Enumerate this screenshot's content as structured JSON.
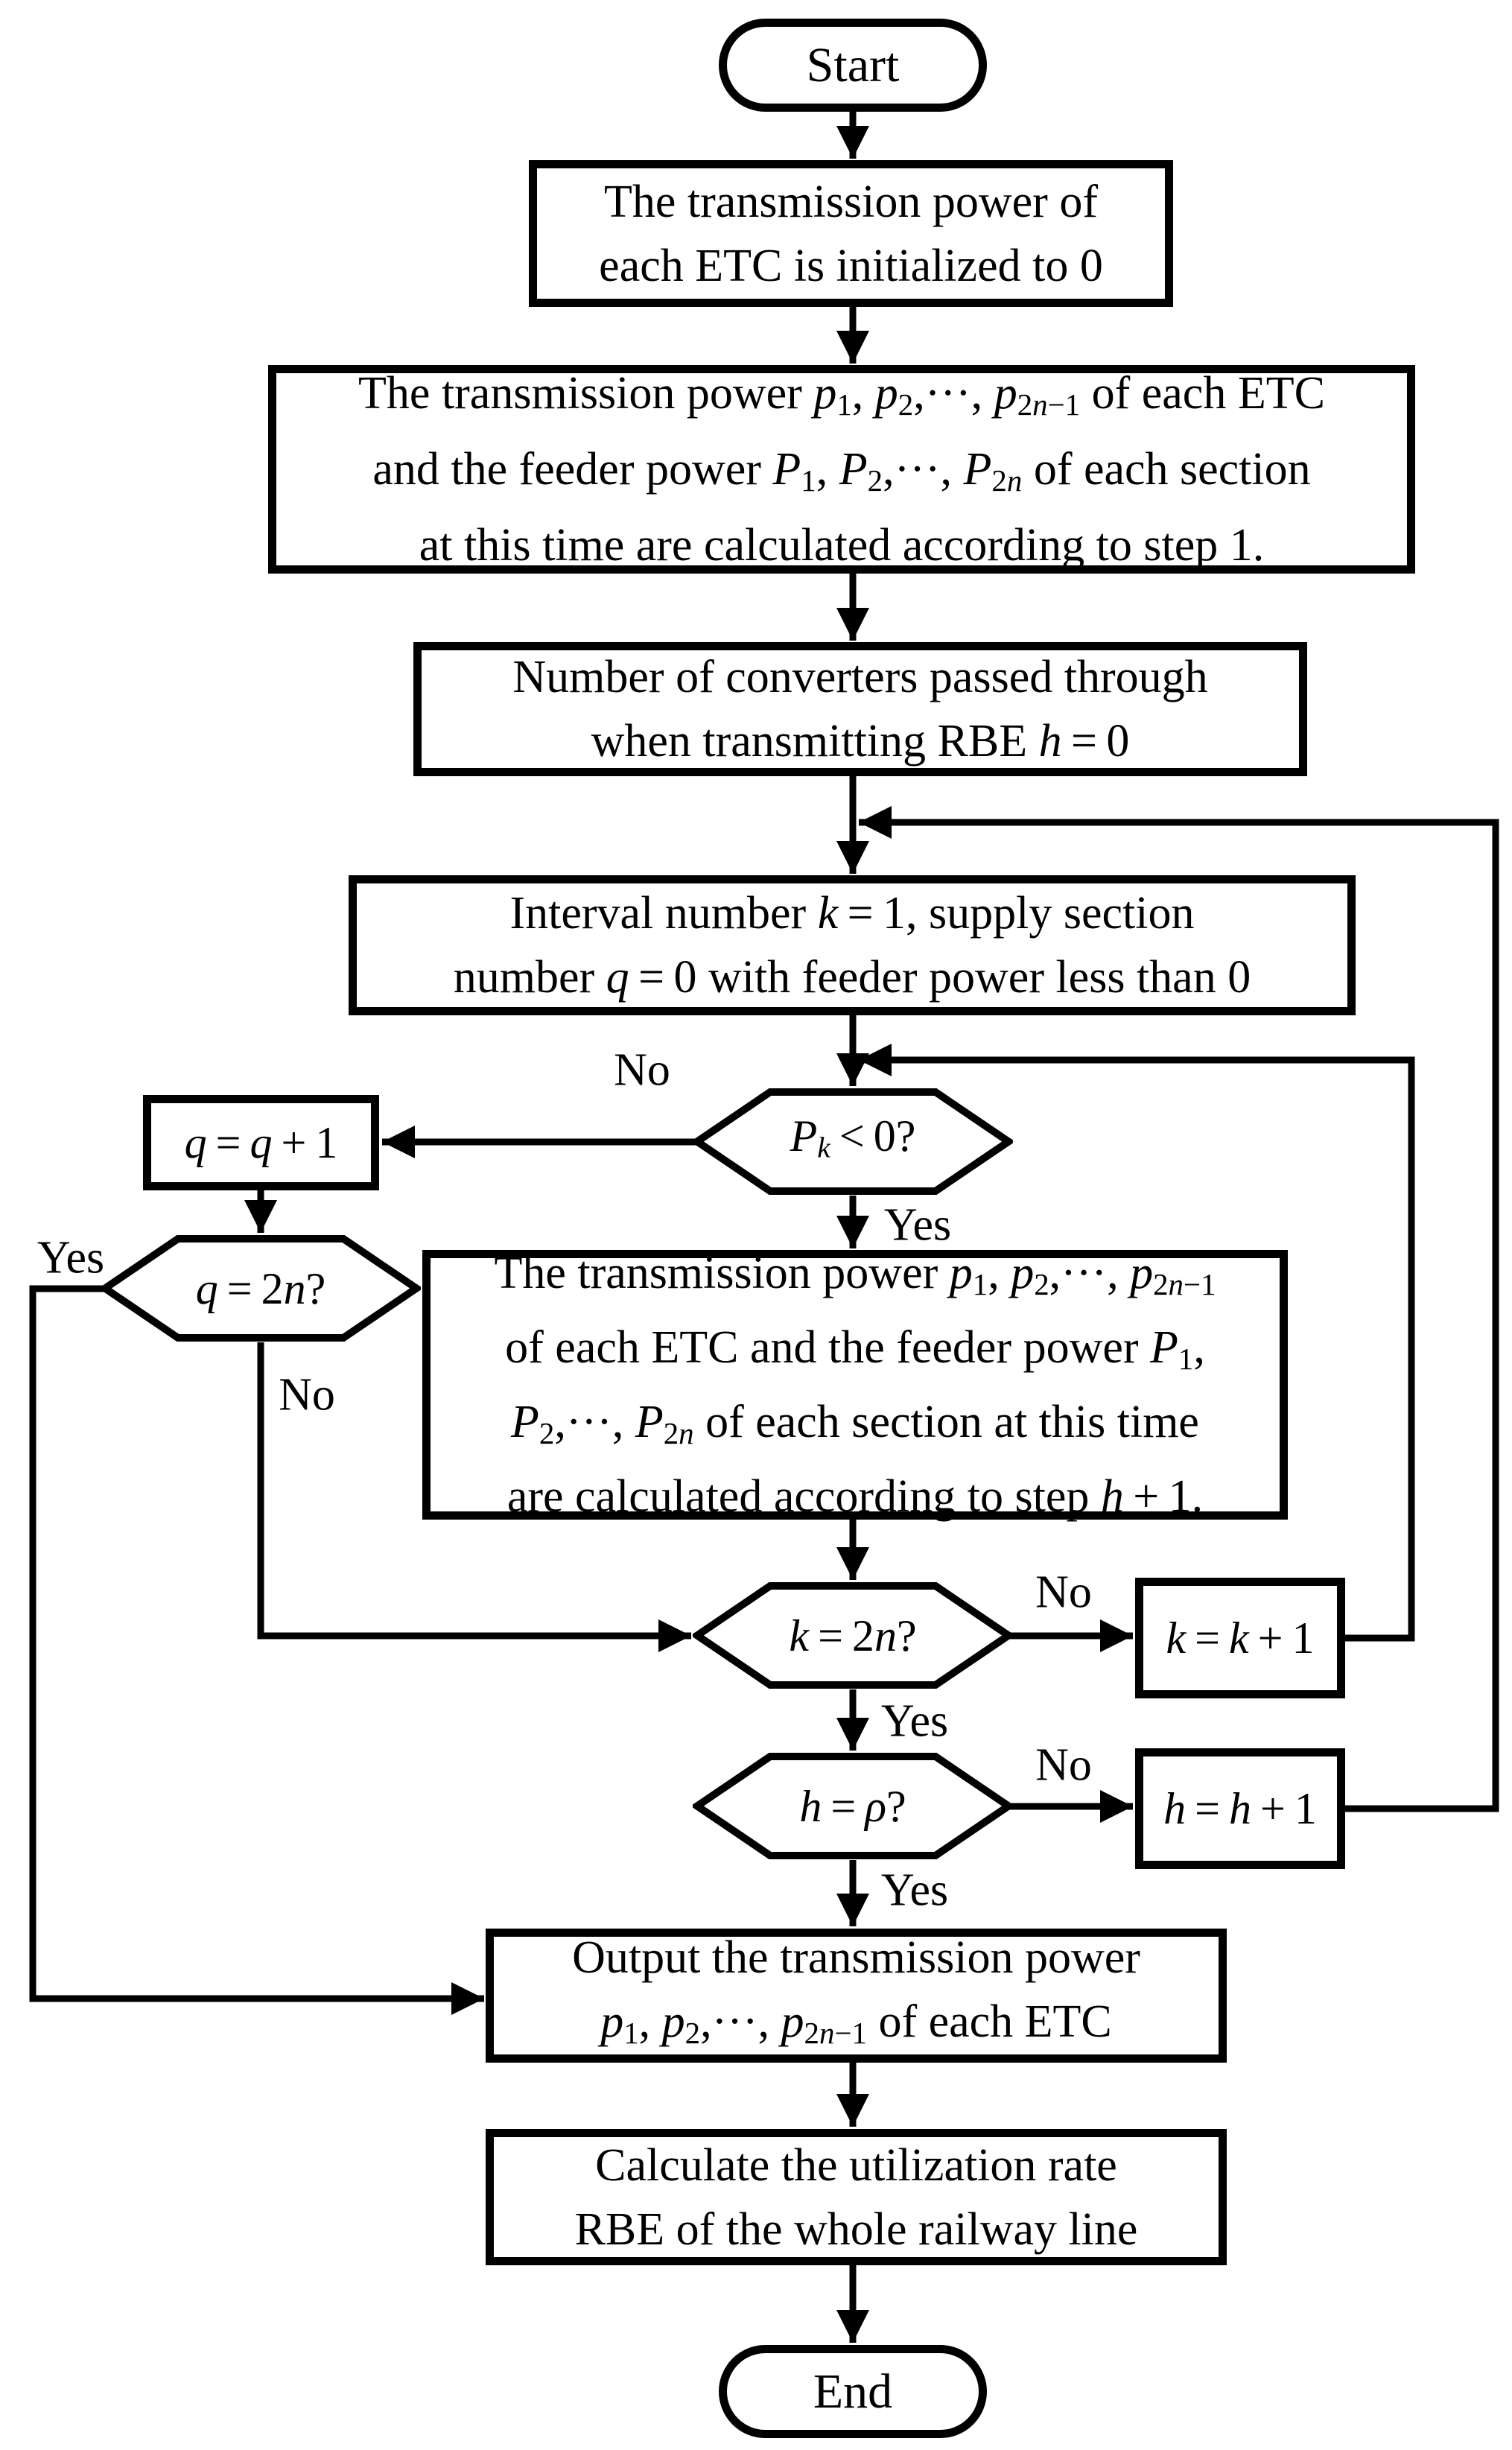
{
  "nodes": {
    "start": {
      "lines": [
        [
          {
            "t": "Start"
          }
        ]
      ]
    },
    "init": {
      "lines": [
        [
          {
            "t": "The transmission power of"
          }
        ],
        [
          {
            "t": "each ETC is initialized to 0"
          }
        ]
      ]
    },
    "step1": {
      "lines": [
        [
          {
            "t": "The transmission power "
          },
          {
            "t": "p",
            "i": 1
          },
          {
            "t": "1",
            "s": 1
          },
          {
            "t": ", "
          },
          {
            "t": "p",
            "i": 1
          },
          {
            "t": "2",
            "s": 1
          },
          {
            "t": ",···, "
          },
          {
            "t": "p",
            "i": 1
          },
          {
            "t": "2",
            "s": 1
          },
          {
            "t": "n",
            "i": 1,
            "s": 1
          },
          {
            "t": "−1",
            "s": 1
          },
          {
            "t": " of each ETC"
          }
        ],
        [
          {
            "t": "and the feeder power "
          },
          {
            "t": "P",
            "i": 1
          },
          {
            "t": "1",
            "s": 1
          },
          {
            "t": ", "
          },
          {
            "t": "P",
            "i": 1
          },
          {
            "t": "2",
            "s": 1
          },
          {
            "t": ",···, "
          },
          {
            "t": "P",
            "i": 1
          },
          {
            "t": "2",
            "s": 1
          },
          {
            "t": "n",
            "i": 1,
            "s": 1
          },
          {
            "t": " of each section"
          }
        ],
        [
          {
            "t": "at this time are calculated according to step 1."
          }
        ]
      ]
    },
    "rbe": {
      "lines": [
        [
          {
            "t": "Number of converters passed through"
          }
        ],
        [
          {
            "t": "when transmitting RBE "
          },
          {
            "t": "h",
            "i": 1
          },
          {
            "t": " = 0"
          }
        ]
      ]
    },
    "interval": {
      "lines": [
        [
          {
            "t": "Interval number "
          },
          {
            "t": "k",
            "i": 1
          },
          {
            "t": " = 1, supply section"
          }
        ],
        [
          {
            "t": "number "
          },
          {
            "t": "q",
            "i": 1
          },
          {
            "t": " = 0 with feeder power less than 0"
          }
        ]
      ]
    },
    "pk": {
      "lines": [
        [
          {
            "t": "P",
            "i": 1
          },
          {
            "t": "k",
            "i": 1,
            "s": 1
          },
          {
            "t": " < 0?"
          }
        ]
      ]
    },
    "qinc": {
      "lines": [
        [
          {
            "t": "q",
            "i": 1
          },
          {
            "t": " = "
          },
          {
            "t": "q",
            "i": 1
          },
          {
            "t": " + 1"
          }
        ]
      ]
    },
    "q2n": {
      "lines": [
        [
          {
            "t": "q",
            "i": 1
          },
          {
            "t": " = 2"
          },
          {
            "t": "n",
            "i": 1
          },
          {
            "t": "?"
          }
        ]
      ]
    },
    "recalc": {
      "lines": [
        [
          {
            "t": "The transmission power "
          },
          {
            "t": "p",
            "i": 1
          },
          {
            "t": "1",
            "s": 1
          },
          {
            "t": ", "
          },
          {
            "t": "p",
            "i": 1
          },
          {
            "t": "2",
            "s": 1
          },
          {
            "t": ",···, "
          },
          {
            "t": "p",
            "i": 1
          },
          {
            "t": "2",
            "s": 1
          },
          {
            "t": "n",
            "i": 1,
            "s": 1
          },
          {
            "t": "−1",
            "s": 1
          }
        ],
        [
          {
            "t": "of each ETC and the feeder power "
          },
          {
            "t": "P",
            "i": 1
          },
          {
            "t": "1",
            "s": 1
          },
          {
            "t": ","
          }
        ],
        [
          {
            "t": "P",
            "i": 1
          },
          {
            "t": "2",
            "s": 1
          },
          {
            "t": ",···, "
          },
          {
            "t": "P",
            "i": 1
          },
          {
            "t": "2",
            "s": 1
          },
          {
            "t": "n",
            "i": 1,
            "s": 1
          },
          {
            "t": " of each section at this time"
          }
        ],
        [
          {
            "t": "are calculated according to step "
          },
          {
            "t": "h",
            "i": 1
          },
          {
            "t": " + 1."
          }
        ]
      ]
    },
    "k2n": {
      "lines": [
        [
          {
            "t": "k",
            "i": 1
          },
          {
            "t": " = 2"
          },
          {
            "t": "n",
            "i": 1
          },
          {
            "t": "?"
          }
        ]
      ]
    },
    "kinc": {
      "lines": [
        [
          {
            "t": "k",
            "i": 1
          },
          {
            "t": " = "
          },
          {
            "t": "k",
            "i": 1
          },
          {
            "t": " + 1"
          }
        ]
      ]
    },
    "hrho": {
      "lines": [
        [
          {
            "t": "h",
            "i": 1
          },
          {
            "t": " = "
          },
          {
            "t": "ρ",
            "i": 1
          },
          {
            "t": "?"
          }
        ]
      ]
    },
    "hinc": {
      "lines": [
        [
          {
            "t": "h",
            "i": 1
          },
          {
            "t": " = "
          },
          {
            "t": "h",
            "i": 1
          },
          {
            "t": " + 1"
          }
        ]
      ]
    },
    "output": {
      "lines": [
        [
          {
            "t": "Output the transmission power"
          }
        ],
        [
          {
            "t": "p",
            "i": 1
          },
          {
            "t": "1",
            "s": 1
          },
          {
            "t": ", "
          },
          {
            "t": "p",
            "i": 1
          },
          {
            "t": "2",
            "s": 1
          },
          {
            "t": ",···, "
          },
          {
            "t": "p",
            "i": 1
          },
          {
            "t": "2",
            "s": 1
          },
          {
            "t": "n",
            "i": 1,
            "s": 1
          },
          {
            "t": "−1",
            "s": 1
          },
          {
            "t": " of each ETC"
          }
        ]
      ]
    },
    "calc": {
      "lines": [
        [
          {
            "t": "Calculate the utilization rate"
          }
        ],
        [
          {
            "t": "RBE of the whole railway line"
          }
        ]
      ]
    },
    "end": {
      "lines": [
        [
          {
            "t": "End"
          }
        ]
      ]
    }
  },
  "labels": {
    "pk_no": "No",
    "pk_yes": "Yes",
    "q2n_yes": "Yes",
    "q2n_no": "No",
    "k2n_no": "No",
    "k2n_yes": "Yes",
    "hrho_no": "No",
    "hrho_yes": "Yes"
  },
  "colors": {
    "stroke": "#000000",
    "background": "#ffffff"
  }
}
